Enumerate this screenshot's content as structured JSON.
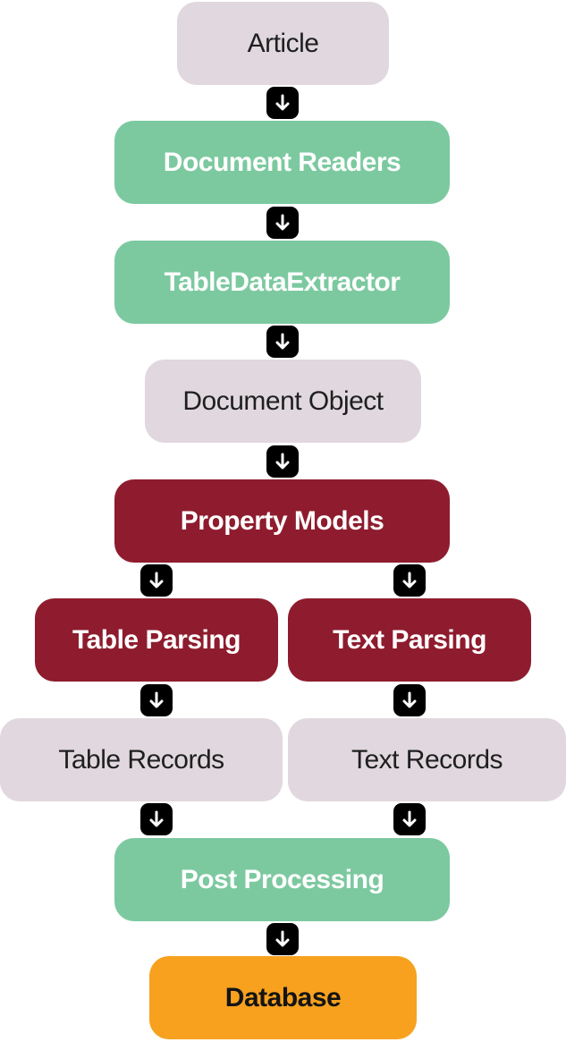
{
  "diagram": {
    "nodes": {
      "article": "Article",
      "document_readers": "Document Readers",
      "table_data_extractor": "TableDataExtractor",
      "document_object": "Document Object",
      "property_models": "Property Models",
      "table_parsing": "Table Parsing",
      "text_parsing": "Text Parsing",
      "table_records": "Table Records",
      "text_records": "Text Records",
      "post_processing": "Post Processing",
      "database": "Database"
    },
    "colors": {
      "input_output": "#e0d8de",
      "processing": "#7cc9a0",
      "parsing": "#8e1c2e",
      "database": "#f7a11f",
      "arrow": "#000000"
    },
    "arrow_icon": "down-arrow-icon"
  }
}
